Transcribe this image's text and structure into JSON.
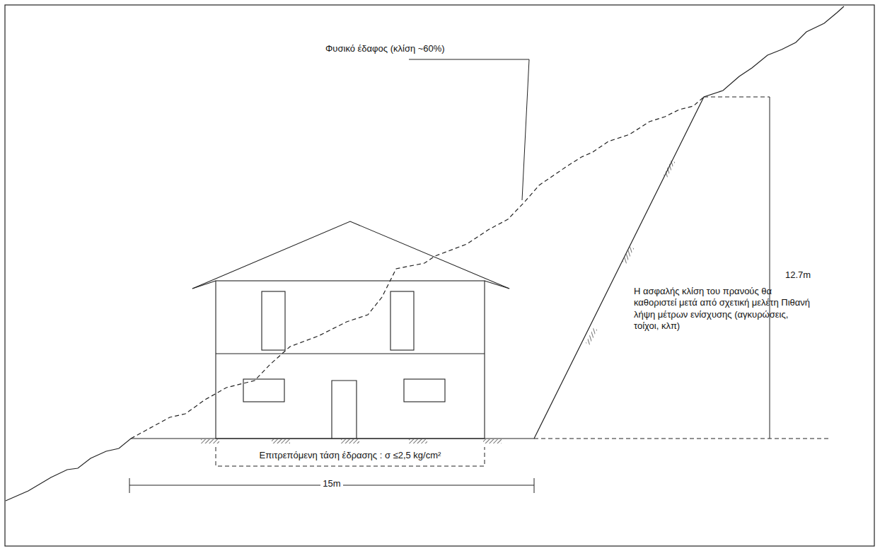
{
  "diagram": {
    "labels": [
      "Φυσικό έδαφος (κλίση ~60%)",
      "12.7m",
      "Η ασφαλής κλίση του πρανούς θα καθοριστεί μετά από σχετική μελέτη Πιθανή λήψη μέτρων ενίσχυσης (αγκυρώσεις, τοίχοι, κλπ)",
      "Επιτρεπόμενη τάση έδρασης : σ ≤2,5 kg/cm²",
      "15m"
    ]
  }
}
